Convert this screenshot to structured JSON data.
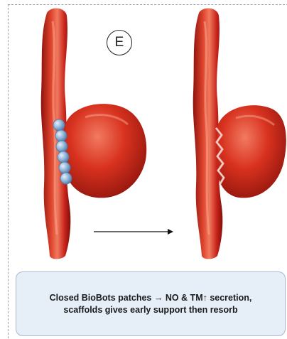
{
  "panel": {
    "label": "E"
  },
  "caption": {
    "line1": "Closed BioBots patches → NO & TM↑ secretion,",
    "line2": "scaffolds gives early support then resorb"
  },
  "colors": {
    "vessel": "#d1281b",
    "vessel_dark": "#8e120c",
    "vessel_light": "#f07a5e",
    "patch_bead": "#8fb4d8",
    "scaffold": "#f4c0b8",
    "caption_bg": "#e6eef8",
    "caption_border": "#a9b9d3"
  },
  "icons": {
    "arrow": "arrow-right-icon"
  }
}
